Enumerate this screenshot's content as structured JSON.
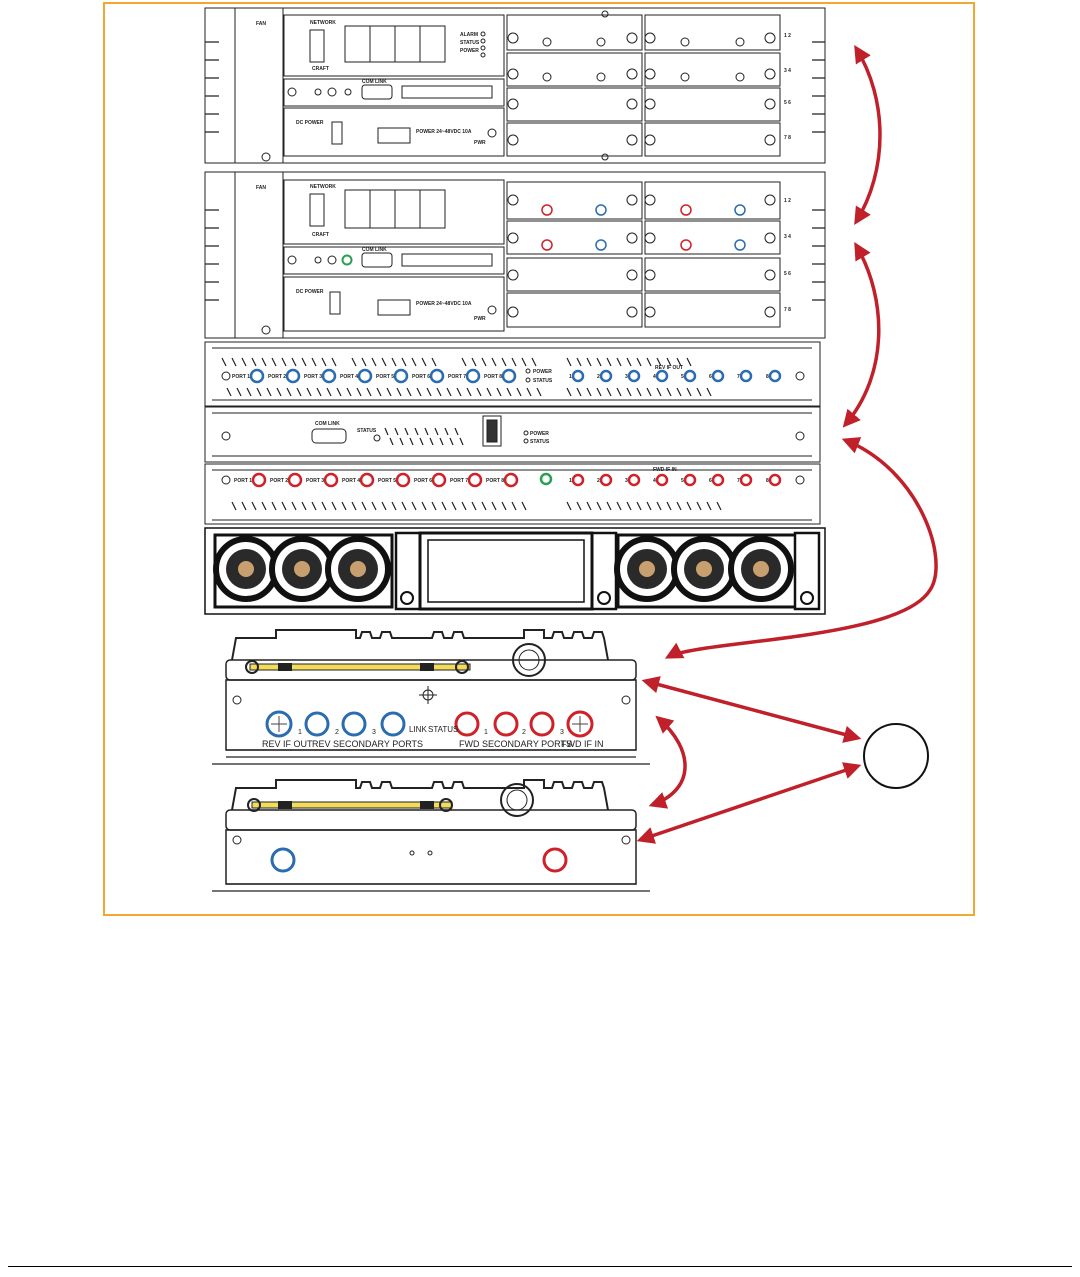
{
  "colors": {
    "frame": "#f0a830",
    "arrow": "#c0202a",
    "fwd_port": "#d02028",
    "rev_port": "#2a6cb0",
    "status_led": "#28a050",
    "coax_jacket": "#f2dc5a"
  },
  "chassis": {
    "fan_label": "FAN",
    "network_label": "NETWORK",
    "craft_label": "CRAFT",
    "com_link_label": "COM LINK",
    "dc_power_label": "DC POWER",
    "power_rating": "POWER 24~48VDC 10A",
    "pwr_label": "PWR",
    "slot_labels": [
      "1 2",
      "3 4",
      "5 6",
      "7 8"
    ],
    "status_labels": [
      "ALARM",
      "STATUS",
      "POWER"
    ]
  },
  "rf_panels": {
    "rev_label": "REV IF OUT",
    "fwd_label": "FWD IF IN",
    "port_labels": [
      "PORT 1",
      "PORT 2",
      "PORT 3",
      "PORT 4",
      "PORT 5",
      "PORT 6",
      "PORT 7",
      "PORT 8"
    ],
    "numbers": [
      "1",
      "2",
      "3",
      "4",
      "5",
      "6",
      "7",
      "8"
    ],
    "power_label": "POWER",
    "status_label": "STATUS",
    "controller_com_link": "COM LINK",
    "controller_status": "STATUS"
  },
  "remote_unit": {
    "label_rev_if_out": "REV IF OUT",
    "label_rev_secondary": "REV SECONDARY PORTS",
    "label_link": "LINK",
    "label_status": "STATUS",
    "label_fwd_secondary": "FWD SECONDARY PORTS",
    "label_fwd_if_in": "FWD IF IN",
    "port_numbers_rev": [
      "1",
      "2",
      "3"
    ],
    "port_numbers_fwd": [
      "1",
      "2",
      "3"
    ]
  }
}
